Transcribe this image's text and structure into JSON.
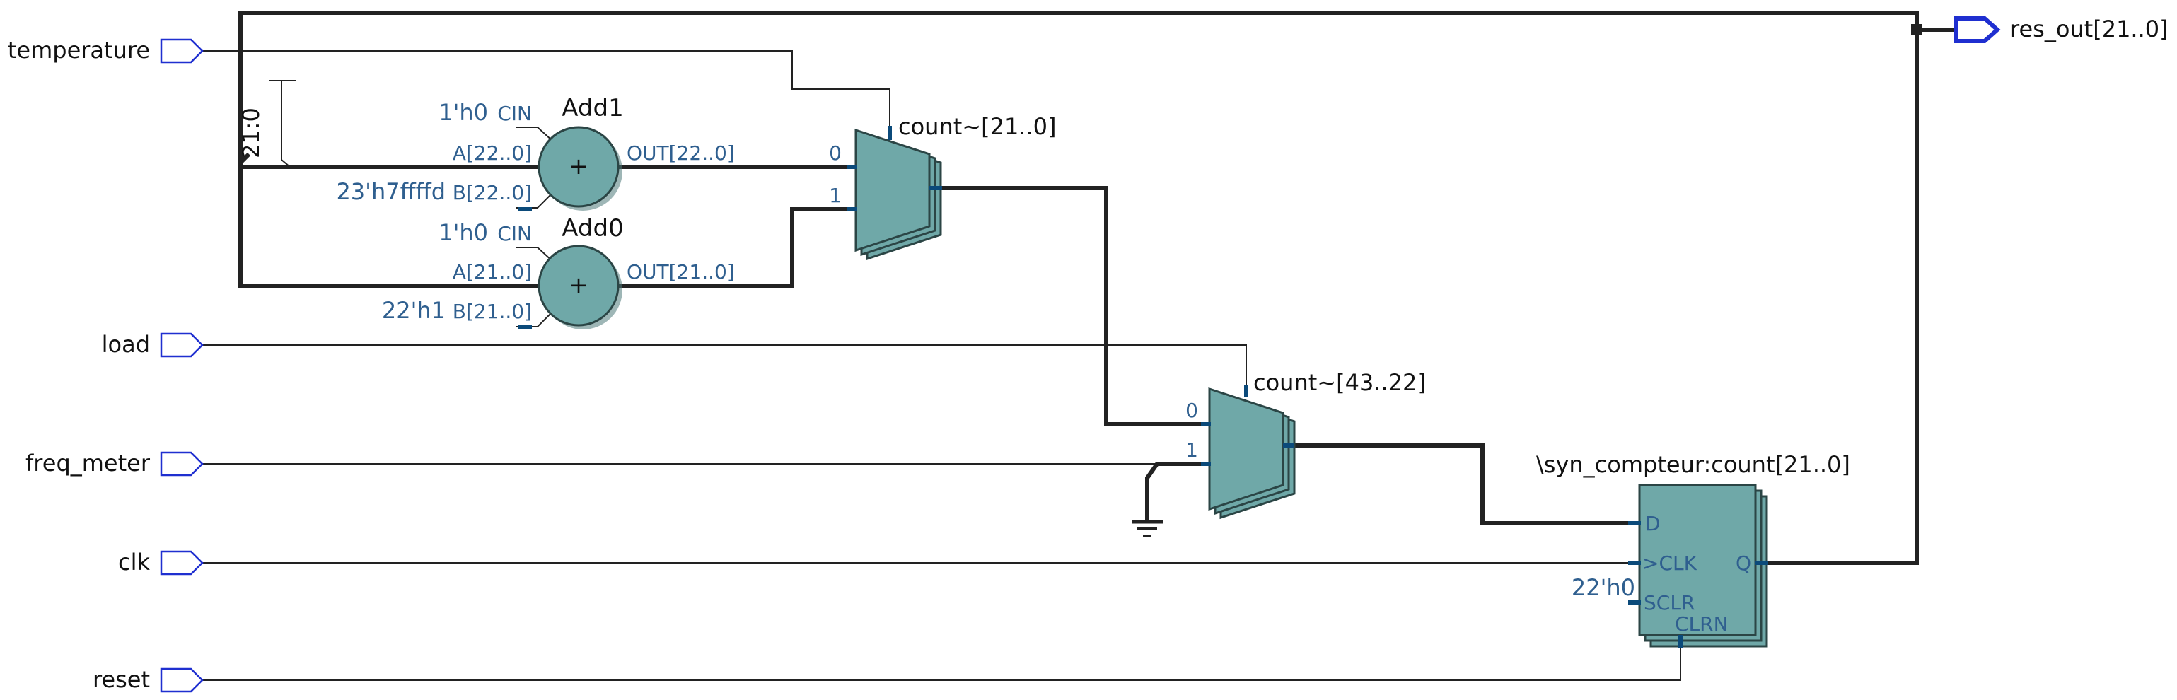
{
  "inputs": {
    "temperature": "temperature",
    "load": "load",
    "freq_meter": "freq_meter",
    "clk": "clk",
    "reset": "reset"
  },
  "output": "res_out[21..0]",
  "split_label": "21:0",
  "add1": {
    "name": "Add1",
    "cin_const": "1'h0",
    "cin_port": "CIN",
    "a_port": "A[22..0]",
    "b_const": "23'h7ffffd",
    "b_port": "B[22..0]",
    "out_port": "OUT[22..0]",
    "symbol": "+"
  },
  "add0": {
    "name": "Add0",
    "cin_const": "1'h0",
    "cin_port": "CIN",
    "a_port": "A[21..0]",
    "b_const": "22'h1",
    "b_port": "B[21..0]",
    "out_port": "OUT[21..0]",
    "symbol": "+"
  },
  "mux1": {
    "name": "count~[21..0]",
    "in0": "0",
    "in1": "1"
  },
  "mux2": {
    "name": "count~[43..22]",
    "in0": "0",
    "in1": "1"
  },
  "reg": {
    "name": "\\syn_compteur:count[21..0]",
    "d": "D",
    "clk": ">CLK",
    "sclr": "SCLR",
    "sclr_const": "22'h0",
    "clrn": "CLRN",
    "q": "Q"
  }
}
